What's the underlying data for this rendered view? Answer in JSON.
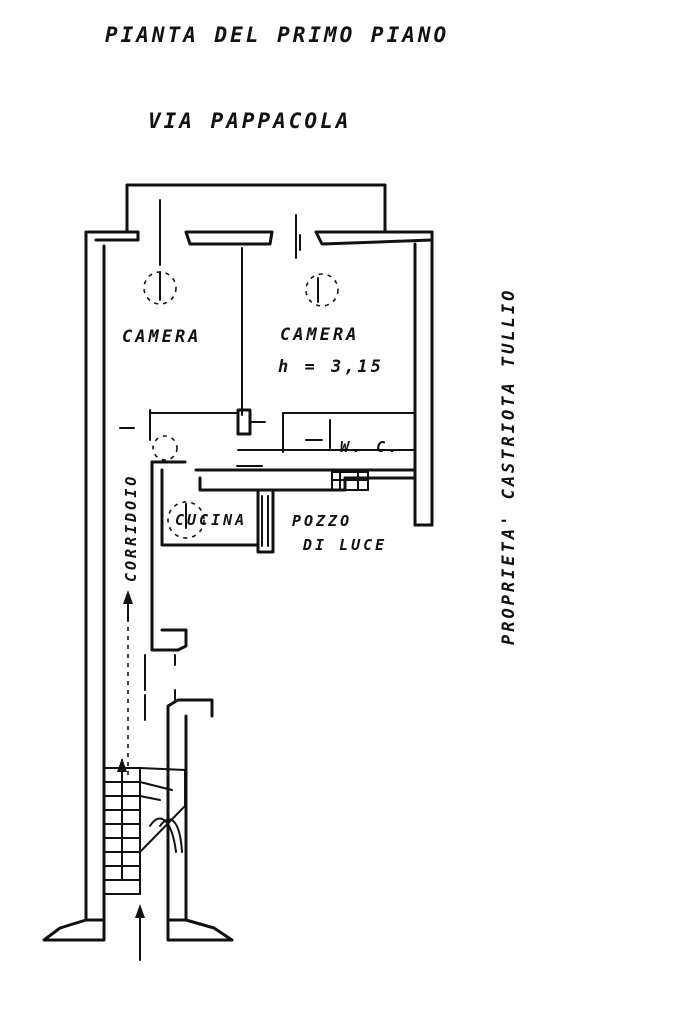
{
  "plan": {
    "title": "PIANTA   DEL   PRIMO  PIANO",
    "street": "VIA   PAPPACOLA",
    "ownership_note": "PROPRIETA'  CASTRIOTA  TULLIO",
    "rooms": {
      "camera_left": "CAMERA",
      "camera_right": "CAMERA",
      "height": "h = 3,15",
      "wc": "W. C.",
      "cucina": "CUCINA",
      "pozzo_line1": "POZZO",
      "pozzo_line2": "DI LUCE",
      "corridoio": "CORRIDOIO"
    }
  }
}
